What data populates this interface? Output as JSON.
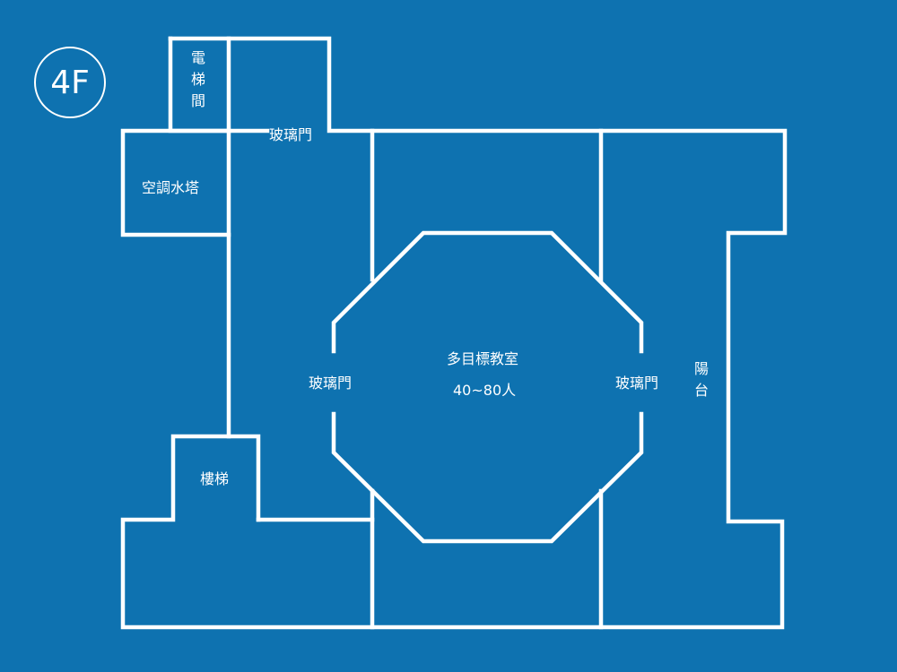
{
  "floor": "4F",
  "rooms": {
    "elevator": "電梯間",
    "glass_door_top": "玻璃門",
    "ac_tower": "空調水塔",
    "stairs": "樓梯",
    "multipurpose_title": "多目標教室",
    "multipurpose_capacity": "40~80人",
    "glass_door_left": "玻璃門",
    "glass_door_right": "玻璃門",
    "balcony": "陽台"
  },
  "colors": {
    "background": "#0e72b0",
    "walls": "#ffffff",
    "text": "#ffffff"
  }
}
